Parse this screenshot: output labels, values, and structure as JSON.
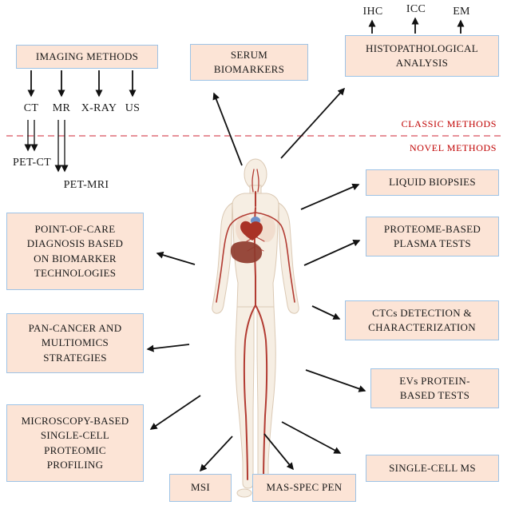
{
  "figure": {
    "classic_label": "CLASSIC METHODS",
    "novel_label": "NOVEL METHODS"
  },
  "classic": {
    "imaging_methods": {
      "label": "IMAGING METHODS",
      "modalities": [
        "CT",
        "MR",
        "X-RAY",
        "US"
      ],
      "pet": [
        "PET-CT",
        "PET-MRI"
      ]
    },
    "serum_biomarkers": {
      "label": "SERUM BIOMARKERS"
    },
    "histopathology": {
      "label": "HISTOPATHOLOGICAL ANALYSIS",
      "techniques": [
        "IHC",
        "ICC",
        "EM"
      ]
    }
  },
  "novel": {
    "left": [
      {
        "label": "POINT-OF-CARE DIAGNOSIS BASED ON BIOMARKER TECHNOLOGIES"
      },
      {
        "label": "PAN-CANCER AND MULTIOMICS STRATEGIES"
      },
      {
        "label": "MICROSCOPY-BASED SINGLE-CELL PROTEOMIC PROFILING"
      }
    ],
    "right": [
      {
        "label": "LIQUID BIOPSIES"
      },
      {
        "label": "PROTEOME-BASED PLASMA TESTS"
      },
      {
        "label": "CTCs DETECTION & CHARACTERIZATION"
      },
      {
        "label": "EVs PROTEIN-BASED TESTS"
      },
      {
        "label": "SINGLE-CELL MS"
      }
    ],
    "bottom": [
      {
        "label": "MSI"
      },
      {
        "label": "MAS-SPEC PEN"
      }
    ]
  },
  "colors": {
    "box_fill": "#fce4d6",
    "box_border": "#9dc3e6",
    "divider_line": "#df6e79",
    "method_label_red": "#c00000",
    "arrow_black": "#111111",
    "vessel_red": "#b23b32"
  }
}
